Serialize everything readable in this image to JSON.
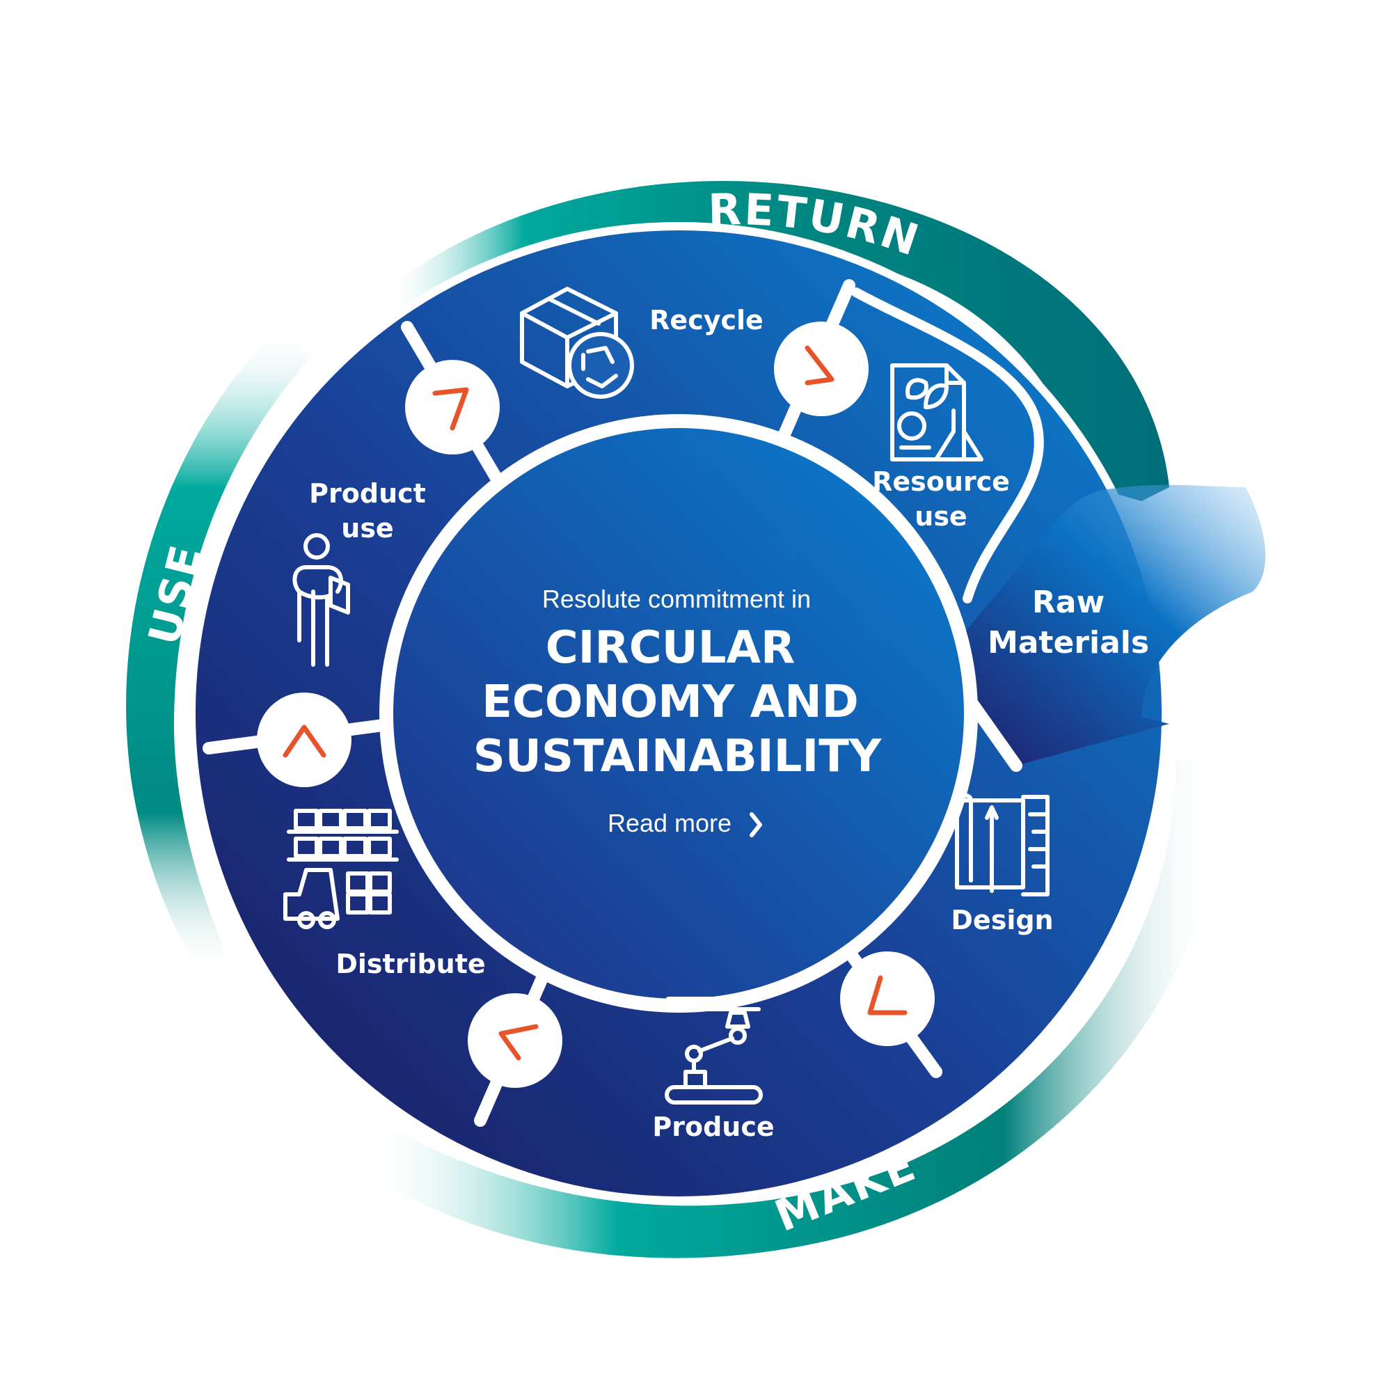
{
  "colors": {
    "teal": "#00a99d",
    "deep_blue": "#1e2a78",
    "mid_blue": "#1553a8",
    "light_blue": "#0a79c8",
    "accent_orange": "#e8542a",
    "white": "#ffffff"
  },
  "phases": {
    "return": "RETURN",
    "use": "USE",
    "make": "MAKE"
  },
  "center": {
    "subtitle": "Resolute commitment in",
    "title_line1": "CIRCULAR",
    "title_line2": "ECONOMY AND",
    "title_line3": "SUSTAINABILITY",
    "read_more": "Read more"
  },
  "stages": {
    "recycle": "Recycle",
    "resource_use_line1": "Resource",
    "resource_use_line2": "use",
    "raw_materials_line1": "Raw",
    "raw_materials_line2": "Materials",
    "design": "Design",
    "produce": "Produce",
    "distribute": "Distribute",
    "product_use_line1": "Product",
    "product_use_line2": "use"
  },
  "icons": {
    "recycle": "box-recycle-icon",
    "resource_use": "lab-report-icon",
    "design": "blueprint-ruler-icon",
    "produce": "robot-arm-conveyor-icon",
    "distribute": "warehouse-forklift-icon",
    "product_use": "person-carrying-box-icon",
    "read_more": "chevron-right-icon",
    "connector": "chevron-arrow-icon"
  }
}
